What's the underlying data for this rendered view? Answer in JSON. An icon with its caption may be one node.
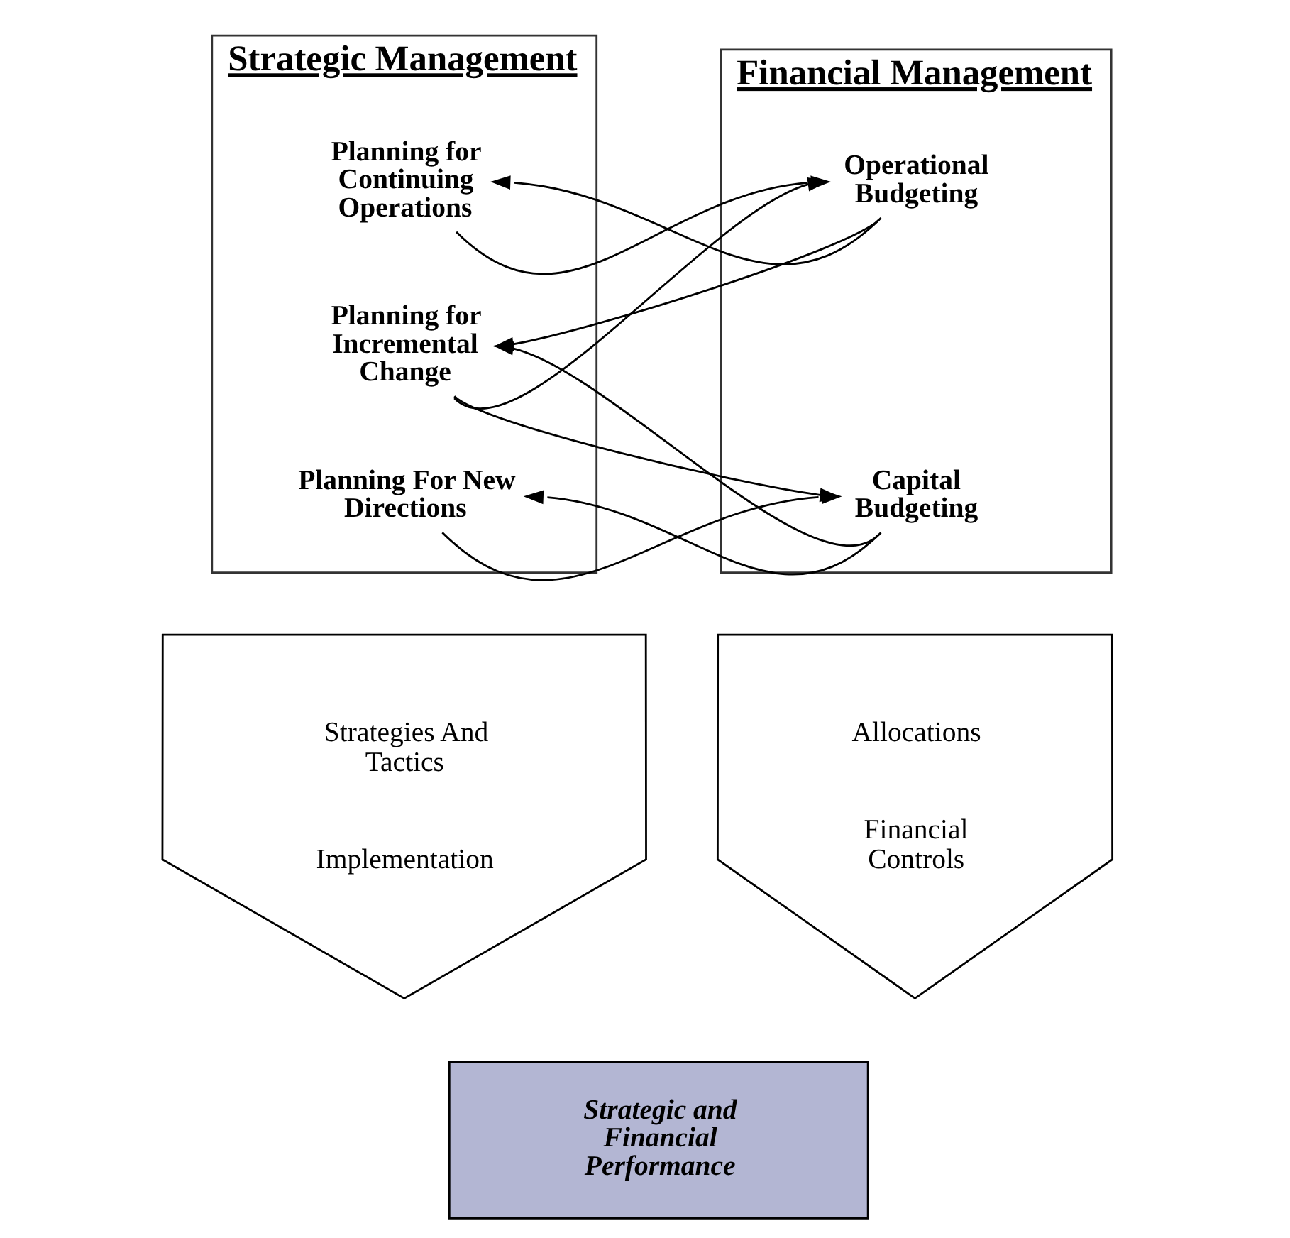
{
  "diagram": {
    "nodes": [
      {
        "text": [
          "Strategic Management"
        ]
      },
      {
        "text": [
          "Planning for Continuing Operations"
        ],
        "in": 0
      },
      {
        "text": [
          "Planning for Incremental Change"
        ],
        "in": 0
      },
      {
        "text": [
          "Planning For New Directions"
        ],
        "in": 0
      },
      {
        "text": [
          "Financial Management"
        ]
      },
      {
        "text": [
          "Operational Budgeting"
        ],
        "in": 4
      },
      {
        "text": [
          "Capital Budgeting"
        ],
        "in": 4
      },
      {
        "text": [
          "Strategies And Tactics",
          "Implementation"
        ]
      },
      {
        "text": [
          "Allocations",
          "Financial Controls"
        ]
      },
      {
        "text": [
          "Strategic and Financial Performance"
        ]
      }
    ],
    "edges": [
      {
        "from": 1,
        "to": 5,
        "arrow": "to"
      },
      {
        "from": 5,
        "to": 1,
        "arrow": "to"
      },
      {
        "from": 2,
        "to": 5,
        "arrow": "to"
      },
      {
        "from": 5,
        "to": 2,
        "arrow": "to"
      },
      {
        "from": 6,
        "to": 2,
        "arrow": "to"
      },
      {
        "from": 2,
        "to": 6,
        "arrow": "to"
      },
      {
        "from": 3,
        "to": 6,
        "arrow": "to"
      },
      {
        "from": 6,
        "to": 3,
        "arrow": "to"
      }
    ]
  }
}
